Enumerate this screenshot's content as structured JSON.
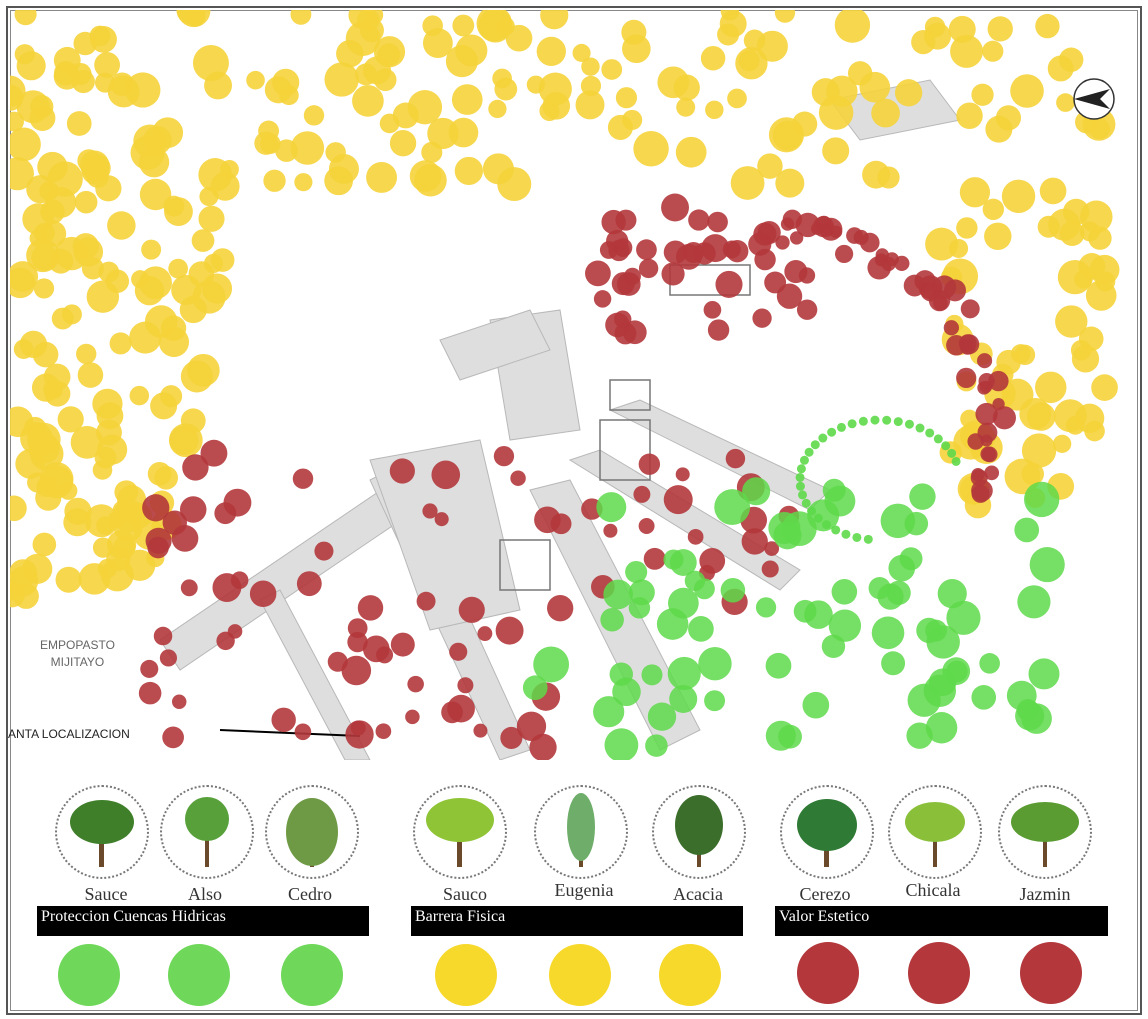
{
  "map": {
    "labels": {
      "empopasto_line1": "EMPOPASTO",
      "empopasto_line2": "MIJITAYO",
      "planta": "ANTA LOCALIZACION"
    },
    "colors": {
      "yellow": "#f5d33a",
      "green": "#5ed94a",
      "red": "#b3373b",
      "path": "#dcdcdc",
      "building": "#cfcfcf"
    }
  },
  "legend": {
    "groups": [
      {
        "title": "Proteccion Cuencas Hidricas",
        "color": "#6fd85a",
        "trees": [
          "Sauce",
          "Also",
          "Cedro"
        ]
      },
      {
        "title": "Barrera Fisica",
        "color": "#f7d92c",
        "trees": [
          "Sauco",
          "Eugenia",
          "Acacia"
        ]
      },
      {
        "title": "Valor Estetico",
        "color": "#b3373b",
        "trees": [
          "Cerezo",
          "Chicala",
          "Jazmin"
        ]
      }
    ]
  }
}
